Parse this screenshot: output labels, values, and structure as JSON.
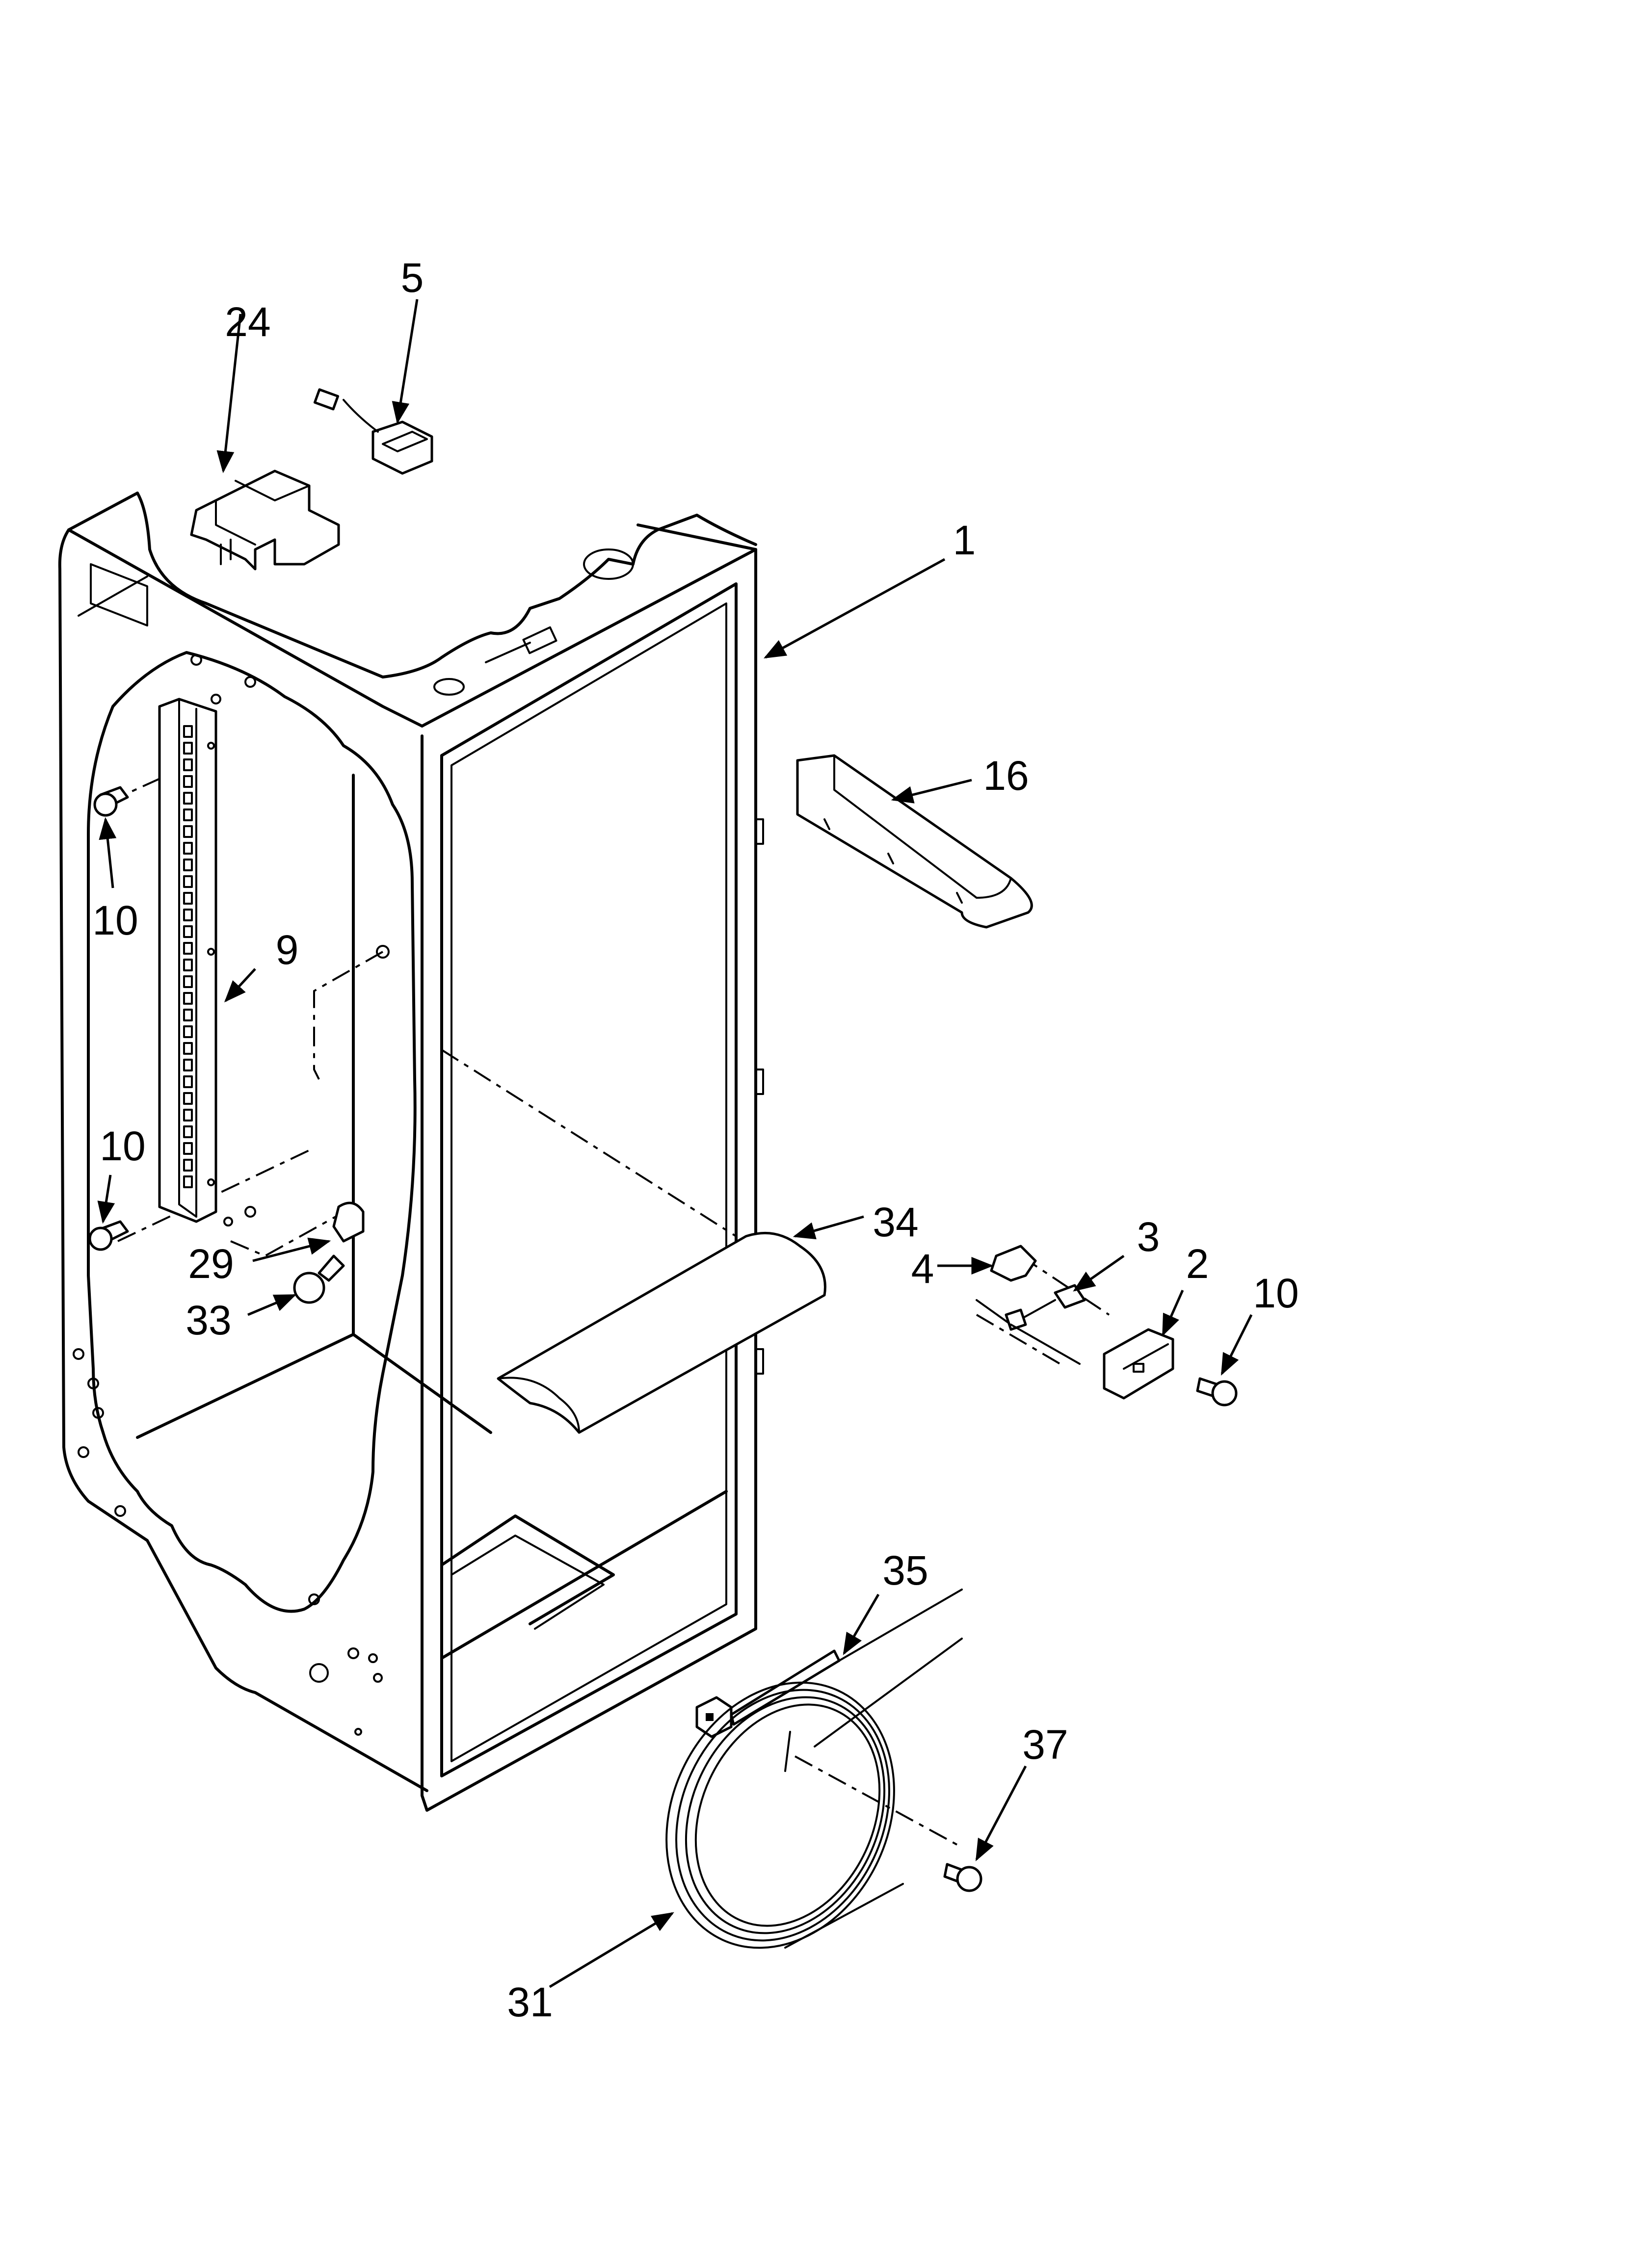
{
  "callouts": [
    {
      "id": "c5",
      "label": "5"
    },
    {
      "id": "c24",
      "label": "24"
    },
    {
      "id": "c1",
      "label": "1"
    },
    {
      "id": "c16",
      "label": "16"
    },
    {
      "id": "c10a",
      "label": "10"
    },
    {
      "id": "c9",
      "label": "9"
    },
    {
      "id": "c10b",
      "label": "10"
    },
    {
      "id": "c29",
      "label": "29"
    },
    {
      "id": "c33",
      "label": "33"
    },
    {
      "id": "c34",
      "label": "34"
    },
    {
      "id": "c4",
      "label": "4"
    },
    {
      "id": "c3",
      "label": "3"
    },
    {
      "id": "c2",
      "label": "2"
    },
    {
      "id": "c10c",
      "label": "10"
    },
    {
      "id": "c35",
      "label": "35"
    },
    {
      "id": "c37",
      "label": "37"
    },
    {
      "id": "c31",
      "label": "31"
    }
  ]
}
